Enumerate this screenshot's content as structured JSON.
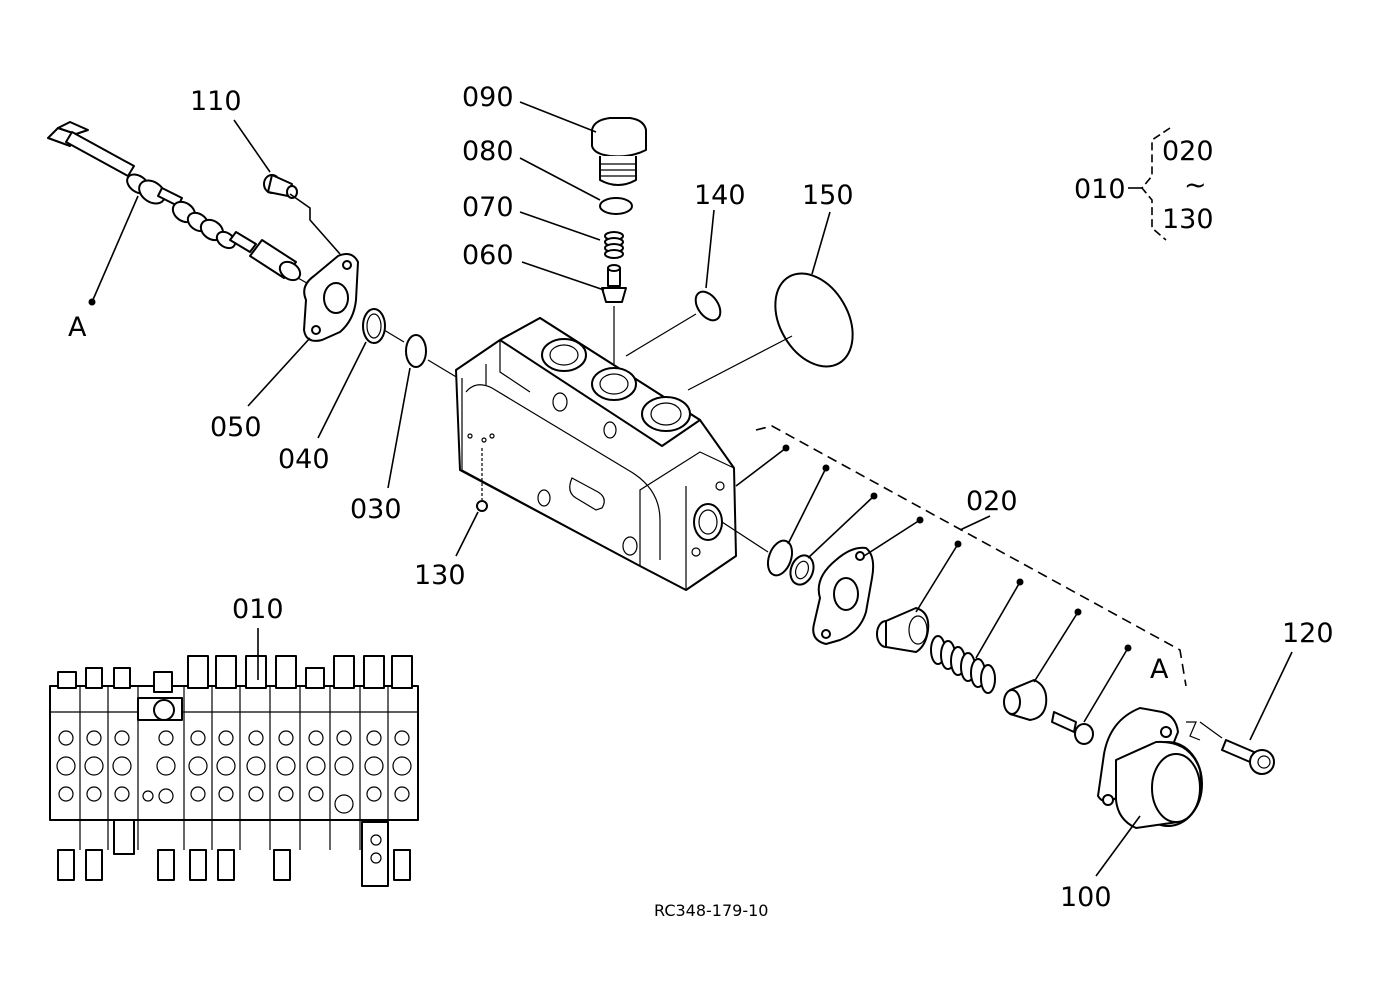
{
  "diagram": {
    "drawing_code": "RC348-179-10",
    "callouts": {
      "p010_inset": "010",
      "p010_group": "010",
      "group_from": "020",
      "group_tilde": "~",
      "group_to": "130",
      "p020": "020",
      "p030": "030",
      "p040": "040",
      "p050": "050",
      "p060": "060",
      "p070": "070",
      "p080": "080",
      "p090": "090",
      "p100": "100",
      "p110": "110",
      "p120": "120",
      "p130": "130",
      "p140": "140",
      "p150": "150"
    },
    "reference_marks": {
      "spool_ref": "A",
      "cover_ref": "A"
    }
  }
}
